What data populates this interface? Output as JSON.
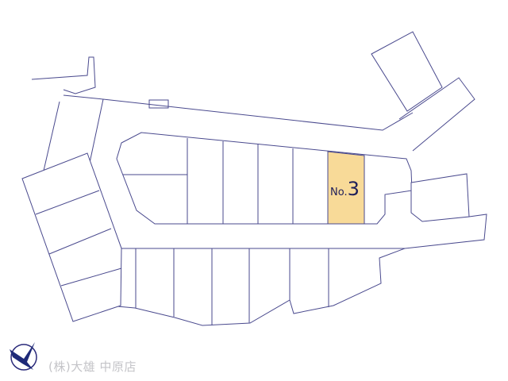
{
  "map": {
    "highlighted_lot": {
      "prefix": "No.",
      "number": "3"
    },
    "highlight_color": "#f8da98",
    "line_color": "#4a4a8e"
  },
  "footer": {
    "company": "(株)大雄 中原店",
    "logo_icon": "bird-logo-icon"
  }
}
